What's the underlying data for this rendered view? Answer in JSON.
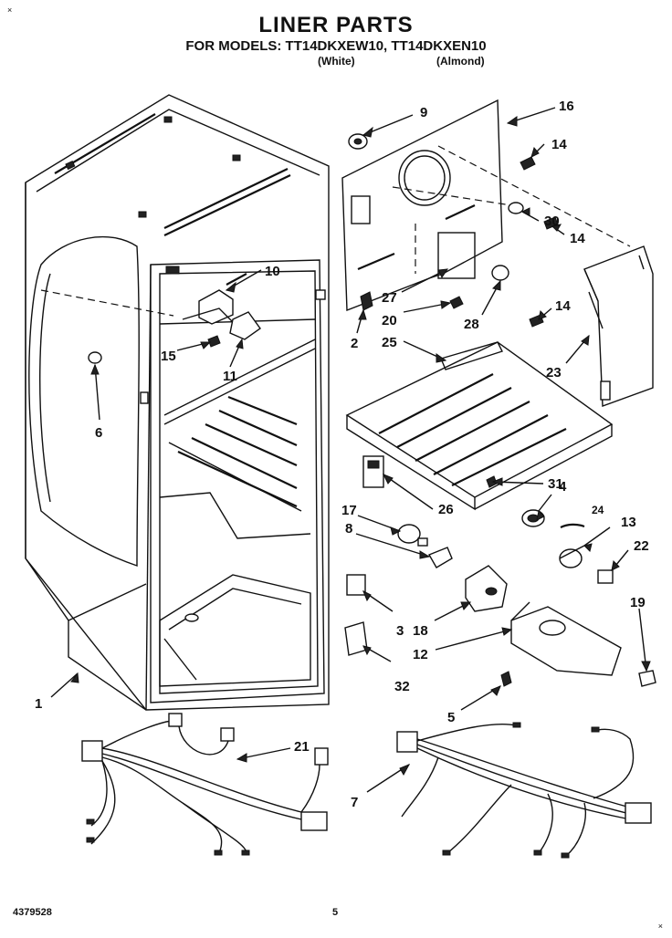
{
  "header": {
    "title": "LINER PARTS",
    "models": "FOR MODELS: TT14DKXEW10, TT14DKXEN10",
    "variant_white": "(White)",
    "variant_almond": "(Almond)"
  },
  "footer": {
    "doc_number": "4379528",
    "page_number": "5"
  },
  "corner_marks": {
    "top_left": "×",
    "bottom_right": "×"
  },
  "callouts": [
    {
      "id": "c9",
      "label": "9"
    },
    {
      "id": "c16",
      "label": "16"
    },
    {
      "id": "c14a",
      "label": "14"
    },
    {
      "id": "c30",
      "label": "30"
    },
    {
      "id": "c14b",
      "label": "14"
    },
    {
      "id": "c10",
      "label": "10"
    },
    {
      "id": "c27",
      "label": "27"
    },
    {
      "id": "c20",
      "label": "20"
    },
    {
      "id": "c28",
      "label": "28"
    },
    {
      "id": "c14c",
      "label": "14"
    },
    {
      "id": "c2",
      "label": "2"
    },
    {
      "id": "c25",
      "label": "25"
    },
    {
      "id": "c15",
      "label": "15"
    },
    {
      "id": "c11",
      "label": "11"
    },
    {
      "id": "c23",
      "label": "23"
    },
    {
      "id": "c6",
      "label": "6"
    },
    {
      "id": "c31",
      "label": "31"
    },
    {
      "id": "c4",
      "label": "4"
    },
    {
      "id": "c26",
      "label": "26"
    },
    {
      "id": "c17",
      "label": "17"
    },
    {
      "id": "c24",
      "label": "24"
    },
    {
      "id": "c13",
      "label": "13"
    },
    {
      "id": "c8",
      "label": "8"
    },
    {
      "id": "c22",
      "label": "22"
    },
    {
      "id": "c19",
      "label": "19"
    },
    {
      "id": "c3",
      "label": "3"
    },
    {
      "id": "c18",
      "label": "18"
    },
    {
      "id": "c12",
      "label": "12"
    },
    {
      "id": "c32",
      "label": "32"
    },
    {
      "id": "c1",
      "label": "1"
    },
    {
      "id": "c5",
      "label": "5"
    },
    {
      "id": "c21",
      "label": "21"
    },
    {
      "id": "c7",
      "label": "7"
    }
  ]
}
